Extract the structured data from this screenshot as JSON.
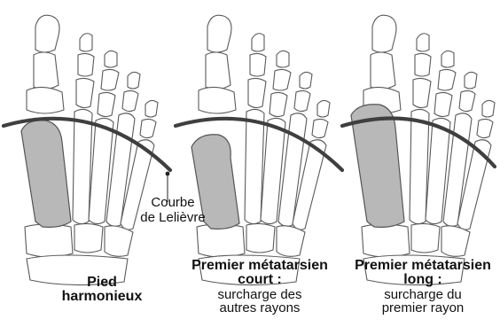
{
  "panels": [
    {
      "title_lines": [
        "Pied",
        "harmonieux"
      ],
      "subtitle_lines": []
    },
    {
      "title_lines": [
        "Premier métatarsien",
        "court :"
      ],
      "subtitle_lines": [
        "surcharge des",
        "autres rayons"
      ]
    },
    {
      "title_lines": [
        "Premier métatarsien",
        "long :"
      ],
      "subtitle_lines": [
        "surcharge du",
        "premier rayon"
      ]
    }
  ],
  "curve_label_lines": [
    "Courbe",
    "de Lelièvre"
  ],
  "colors": {
    "highlight": "#b8b8b8",
    "curve": "#3f3f3f",
    "outline": "#5a5a5a"
  }
}
